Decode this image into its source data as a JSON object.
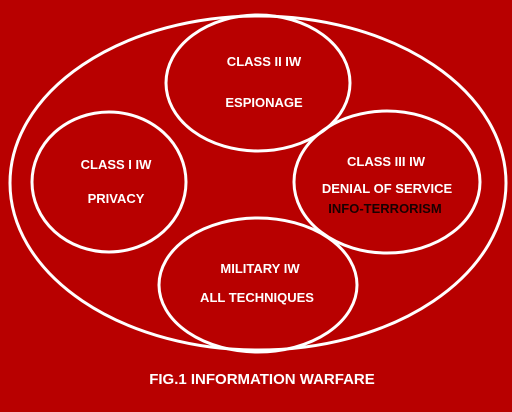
{
  "diagram": {
    "colors": {
      "background": "#b80000",
      "stroke": "#ffffff",
      "text": "#ffffff",
      "highlight_text": "#1a0000"
    },
    "circles": {
      "class2": {
        "title": "CLASS II IW",
        "detail": "ESPIONAGE"
      },
      "class1": {
        "title": "CLASS I IW",
        "detail": "PRIVACY"
      },
      "class3": {
        "title": "CLASS III IW",
        "detail": "DENIAL OF SERVICE",
        "detail2": "INFO-TERRORISM"
      },
      "military": {
        "title": "MILITARY IW",
        "detail": "ALL TECHNIQUES"
      }
    },
    "caption": "FIG.1 INFORMATION WARFARE"
  }
}
